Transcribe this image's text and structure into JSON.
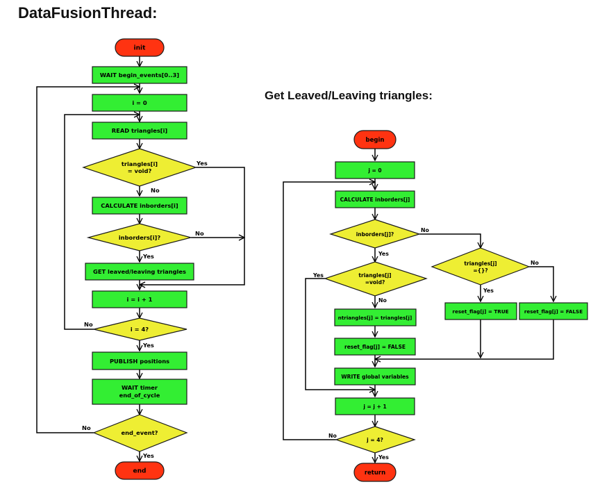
{
  "left_title": "DataFusionThread:",
  "right_title": "Get Leaved/Leaving triangles:",
  "left_flow": {
    "init": "init",
    "wait_begin": "WAIT begin_events[0..3]",
    "i_zero": "i = 0",
    "read": "READ triangles[i]",
    "dec_void": [
      "triangles[i]",
      "= void?"
    ],
    "calc": "CALCULATE inborders[i]",
    "dec_inb": "inborders[i]?",
    "get": "GET leaved/leaving triangles",
    "inc": "i = i + 1",
    "dec_i4": "i = 4?",
    "publish": "PUBLISH positions",
    "wait_timer": [
      "WAIT timer",
      "end_of_cycle"
    ],
    "dec_end": "end_event?",
    "end": "end"
  },
  "right_flow": {
    "begin": "begin",
    "j_zero": "j = 0",
    "calc": "CALCULATE inborders[j]",
    "dec_inb": "inborders[j]?",
    "dec_void": [
      "triangles[j]",
      "=void?"
    ],
    "dec_empty": [
      "triangles[j]",
      "={}?"
    ],
    "ntri": "ntriangles[j] = triangles[j]",
    "reset_false1": "reset_flag[j] = FALSE",
    "reset_true": "reset_flag[j] = TRUE",
    "reset_false2": "reset_flag[j] = FALSE",
    "write": "WRITE global variables",
    "inc": "j = j + 1",
    "dec_j4": "j = 4?",
    "return": "return"
  },
  "edge_labels": {
    "yes": "Yes",
    "no": "No"
  }
}
